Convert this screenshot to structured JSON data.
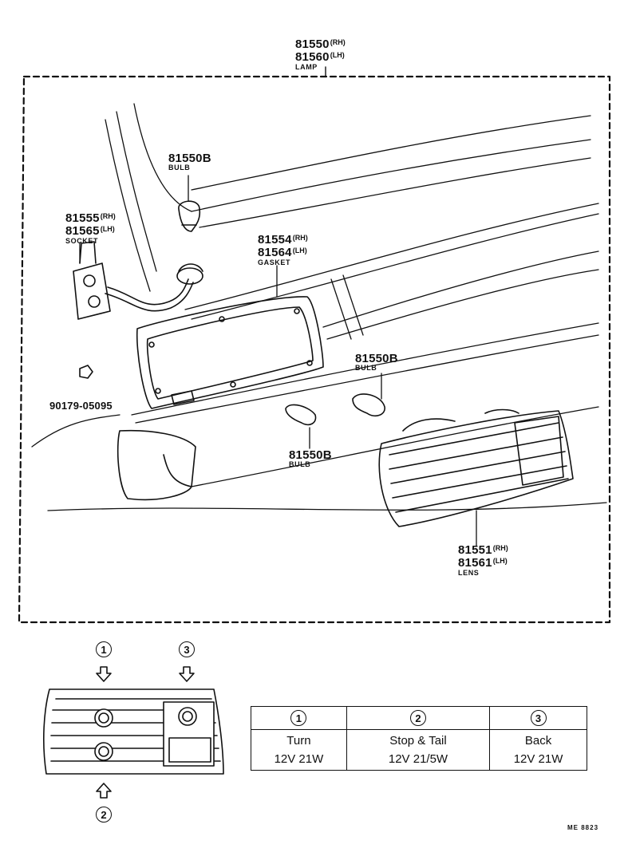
{
  "lamp": {
    "pn_rh": "81550",
    "sfx_rh": "(RH)",
    "pn_lh": "81560",
    "sfx_lh": "(LH)",
    "name": "LAMP"
  },
  "bulb_top": {
    "pn": "81550B",
    "name": "BULB"
  },
  "socket": {
    "pn_rh": "81555",
    "sfx_rh": "(RH)",
    "pn_lh": "81565",
    "sfx_lh": "(LH)",
    "name": "SOCKET"
  },
  "gasket": {
    "pn_rh": "81554",
    "sfx_rh": "(RH)",
    "pn_lh": "81564",
    "sfx_lh": "(LH)",
    "name": "GASKET"
  },
  "screw": {
    "pn": "90179-05095"
  },
  "bulb_right": {
    "pn": "81550B",
    "name": "BULB"
  },
  "bulb_bottom": {
    "pn": "81550B",
    "name": "BULB"
  },
  "lens": {
    "pn_rh": "81551",
    "sfx_rh": "(RH)",
    "pn_lh": "81561",
    "sfx_lh": "(LH)",
    "name": "LENS"
  },
  "markers": {
    "one": "1",
    "two": "2",
    "three": "3"
  },
  "legend": {
    "columns": [
      {
        "num": "1",
        "function": "Turn",
        "rating": "12V 21W"
      },
      {
        "num": "2",
        "function": "Stop & Tail",
        "rating": "12V 21/5W"
      },
      {
        "num": "3",
        "function": "Back",
        "rating": "12V 21W"
      }
    ]
  },
  "drawing_code": "ME 8823"
}
